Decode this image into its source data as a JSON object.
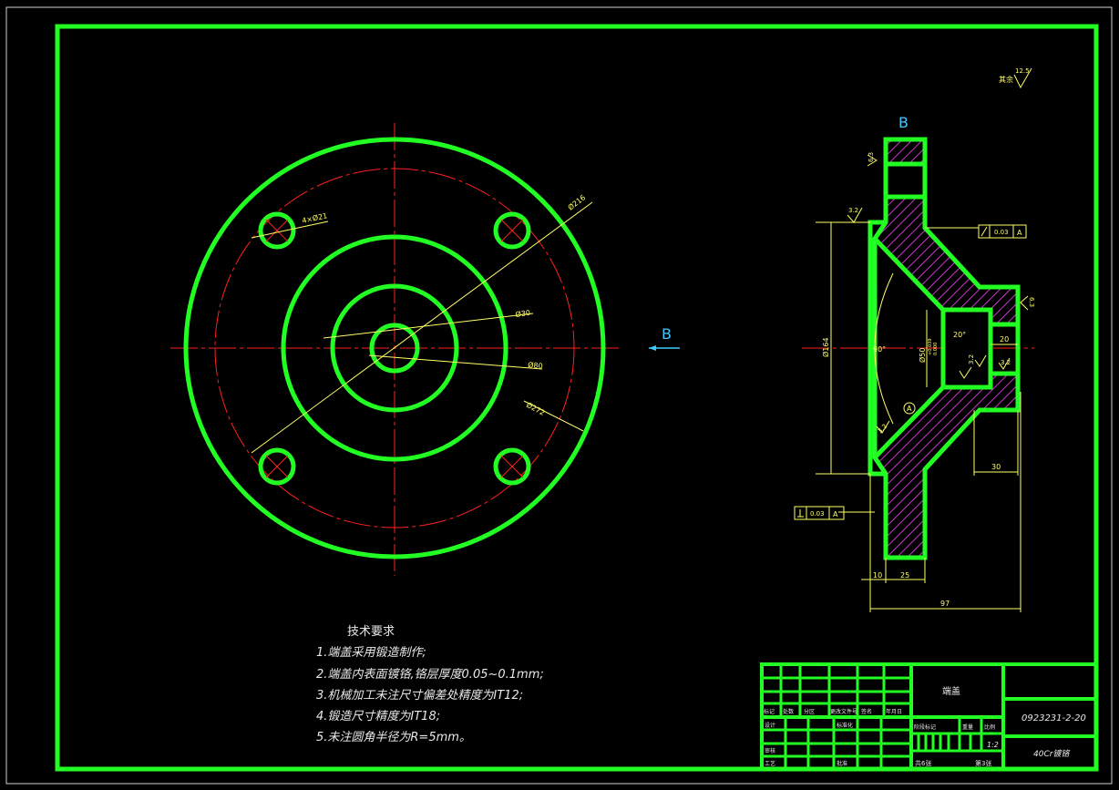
{
  "colors": {
    "background": "#000000",
    "outline": "#22ff22",
    "centerline": "#ff2020",
    "dimension": "#ffff66",
    "annotation": "#3fc8ff",
    "text": "#e8e8e8",
    "hatch": "#cc33cc"
  },
  "plan_view": {
    "hole_label": "4×Ø21",
    "dia_outer_bolt": "Ø216",
    "dia_inner": "Ø30",
    "dia_mid": "Ø80",
    "dia_outer": "Ø272",
    "view_arrow_label": "B"
  },
  "section_view": {
    "view_label": "B",
    "rough_remainder_label": "其余",
    "rough_remainder_value": "12.5",
    "rough_1": "6.3",
    "rough_2": "3.2",
    "rough_3": "6.3",
    "rough_4": "3.2",
    "rough_5": "3.2",
    "rough_6": "3.2",
    "tol_runout": "0.03",
    "tol_runout_datum": "A",
    "tol_perp": "0.03",
    "tol_perp_datum": "A",
    "datum_label": "A",
    "dim_164": "Ø164",
    "dim_50": "Ø50",
    "dim_50_tol_upper": "+0.039",
    "dim_50_tol_lower": "0.000",
    "dim_90": "90°",
    "dim_20_deg": "20°",
    "dim_20": "20",
    "dim_30": "30",
    "dim_10": "10",
    "dim_25": "25",
    "dim_97": "97"
  },
  "tech_requirements": {
    "title": "技术要求",
    "items": [
      "1.端盖采用锻造制作;",
      "2.端盖内表面镀铬,铬层厚度0.05~0.1mm;",
      "3.机械加工未注尺寸偏差处精度为IT12;",
      "4.锻造尺寸精度为IT18;",
      "5.未注圆角半径为R=5mm。"
    ]
  },
  "title_block": {
    "part_name": "端盖",
    "drawing_no": "0923231-2-20",
    "material": "40Cr镀铬",
    "scale": "1:2",
    "sheet_total": "共6张",
    "sheet_no": "第3张",
    "col_mark": "标记",
    "col_count": "处数",
    "col_zone": "分区",
    "col_change_doc": "更改文件号",
    "col_sign": "签名",
    "col_date": "年月日",
    "row_design": "设计",
    "row_standard": "标准化",
    "row_stage": "阶段标记",
    "row_weight": "重量",
    "row_scale": "比例",
    "row_review": "审核",
    "row_process": "工艺",
    "row_approve": "批准"
  }
}
